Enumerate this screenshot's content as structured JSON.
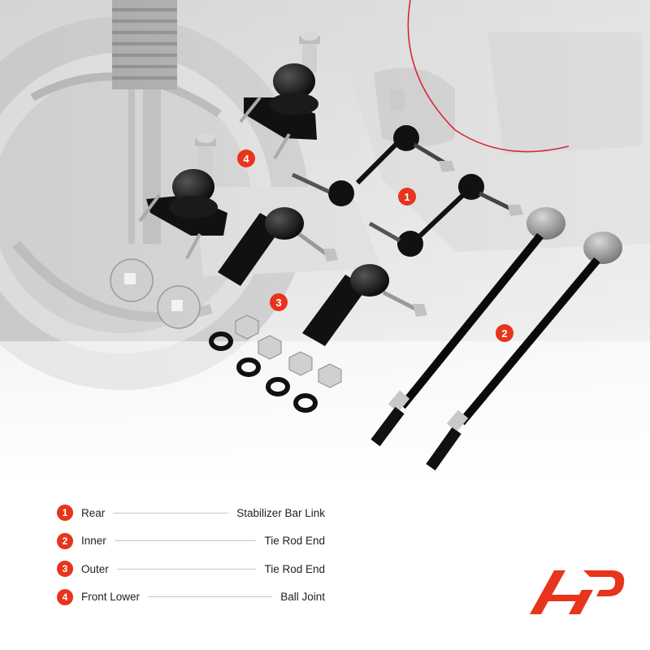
{
  "colors": {
    "accent": "#e8341c",
    "part_black": "#111111",
    "metal": "#b9b9b9",
    "background_photo": "#e2e2e2"
  },
  "callouts": [
    {
      "number": "1"
    },
    {
      "number": "2"
    },
    {
      "number": "3"
    },
    {
      "number": "4"
    }
  ],
  "legend": [
    {
      "number": "1",
      "left": "Rear",
      "right": "Stabilizer Bar Link"
    },
    {
      "number": "2",
      "left": "Inner",
      "right": "Tie Rod End"
    },
    {
      "number": "3",
      "left": "Outer",
      "right": "Tie Rod End"
    },
    {
      "number": "4",
      "left": "Front Lower",
      "right": "Ball Joint"
    }
  ],
  "brand": {
    "logo_icon": "a-premium-logo-icon"
  }
}
